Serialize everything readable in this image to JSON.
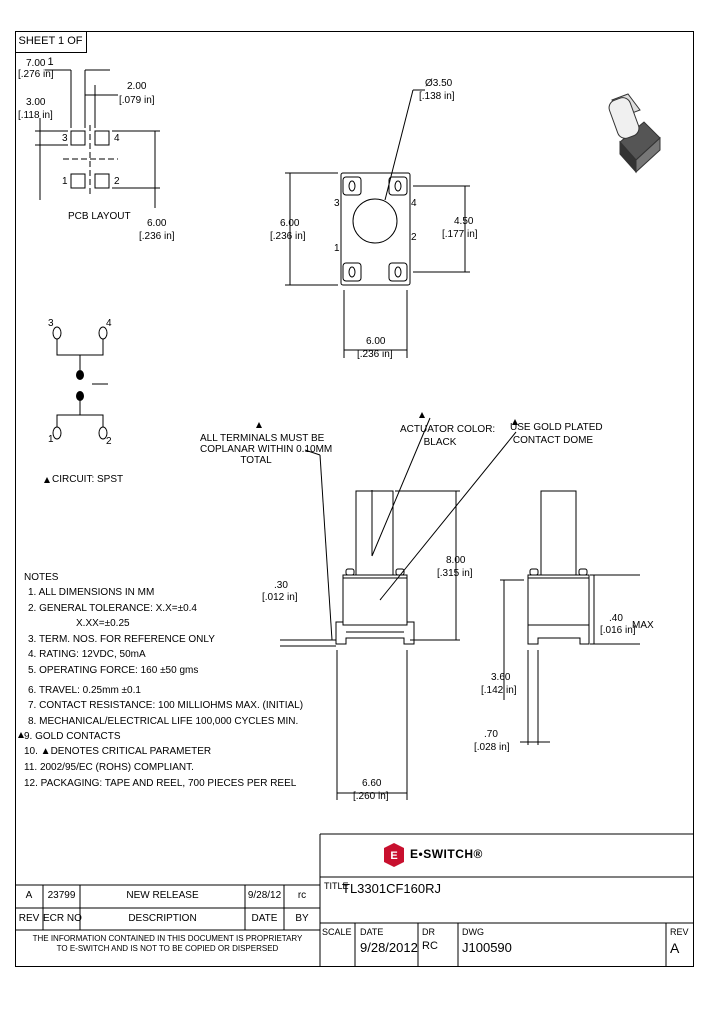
{
  "sheet": "SHEET 1 OF 1",
  "pcb": {
    "dim_700": "7.00",
    "dim_700_in": "[.276 in]",
    "dim_200": "2.00",
    "dim_200_in": "[.079 in]",
    "dim_300": "3.00",
    "dim_300_in": "[.118 in]",
    "dim_600": "6.00",
    "dim_600_in": "[.236 in]",
    "pin3": "3",
    "pin4": "4",
    "pin1": "1",
    "pin2": "2",
    "label": "PCB LAYOUT"
  },
  "top_view": {
    "dia": "Ø3.50",
    "dia_in": "[.138 in]",
    "h600": "6.00",
    "h600_in": "[.236 in]",
    "h450": "4.50",
    "h450_in": "[.177 in]",
    "w600": "6.00",
    "w600_in": "[.236 in]",
    "pin3": "3",
    "pin4": "4",
    "pin1": "1",
    "pin2": "2"
  },
  "circuit": {
    "label": "CIRCUIT: SPST",
    "p3": "3",
    "p4": "4",
    "p1": "1",
    "p2": "2"
  },
  "side": {
    "coplanar": [
      "ALL TERMINALS MUST BE",
      "COPLANAR WITHIN 0.10MM",
      "TOTAL"
    ],
    "actuator": [
      "ACTUATOR COLOR:",
      "BLACK"
    ],
    "dome": [
      "USE GOLD PLATED",
      "CONTACT DOME"
    ],
    "d30": ".30",
    "d30_in": "[.012 in]",
    "d800": "8.00",
    "d800_in": "[.315 in]",
    "d40": ".40",
    "d40_in": "[.016 in]",
    "max": "MAX",
    "d360": "3.60",
    "d360_in": "[.142 in]",
    "d70": ".70",
    "d70_in": "[.028 in]",
    "d660": "6.60",
    "d660_in": "[.260 in]"
  },
  "notes": {
    "heading": "NOTES",
    "lines": [
      "1. ALL DIMENSIONS IN MM",
      "2. GENERAL TOLERANCE: X.X=±0.4",
      "X.XX=±0.25",
      "3. TERM. NOS. FOR REFERENCE ONLY",
      "4. RATING: 12VDC, 50mA",
      "5. OPERATING FORCE: 160 ±50 gms",
      "6. TRAVEL: 0.25mm ±0.1",
      "7. CONTACT RESISTANCE: 100 MILLIOHMS MAX. (INITIAL)",
      "8. MECHANICAL/ELECTRICAL LIFE 100,000 CYCLES MIN.",
      "9. GOLD CONTACTS",
      "10. ▲DENOTES CRITICAL PARAMETER",
      "11. 2002/95/EC (ROHS) COMPLIANT.",
      "12. PACKAGING: TAPE AND REEL, 700 PIECES PER REEL"
    ]
  },
  "revision": {
    "rev": "A",
    "ecn": "23799",
    "description": "NEW RELEASE",
    "date": "9/28/12",
    "by": "rc",
    "h_rev": "REV",
    "h_ecn": "ECR NO",
    "h_desc": "DESCRIPTION",
    "h_date": "DATE",
    "h_by": "BY"
  },
  "proprietary": [
    "THE INFORMATION CONTAINED IN THIS DOCUMENT IS PROPRIETARY",
    "TO E-SWITCH AND IS NOT TO BE COPIED OR DISPERSED"
  ],
  "title_block": {
    "logo": "E•SWITCH®",
    "title_label": "TITLE",
    "title": "TL3301CF160RJ",
    "scale_label": "SCALE",
    "date_label": "DATE",
    "date": "9/28/2012",
    "dr_label": "DR",
    "dr": "RC",
    "dwg_label": "DWG",
    "dwg": "J100590",
    "rev_label": "REV",
    "rev": "A"
  }
}
